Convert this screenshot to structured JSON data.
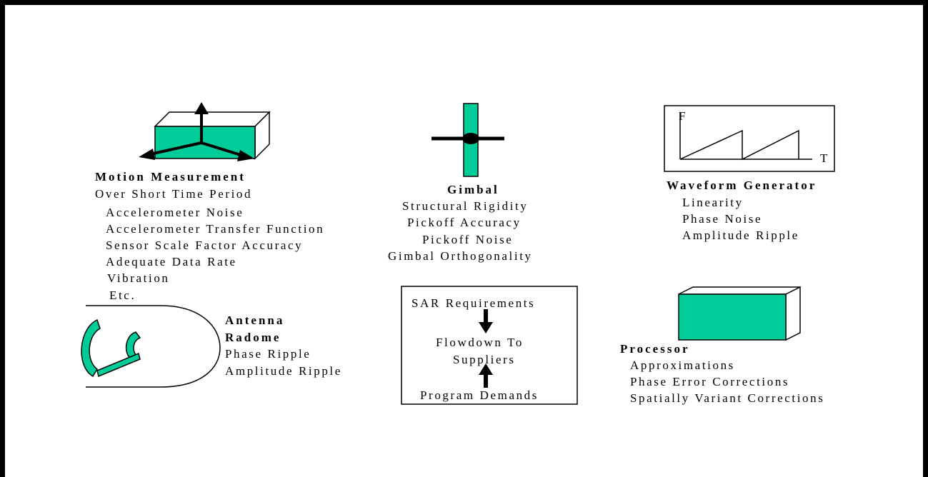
{
  "motion": {
    "title": "Motion Measurement",
    "subtitle": "Over Short Time Period",
    "items": [
      "Accelerometer Noise",
      "Accelerometer Transfer Function",
      "Sensor Scale Factor Accuracy",
      "Adequate Data Rate",
      "Vibration",
      "Etc."
    ]
  },
  "gimbal": {
    "title": "Gimbal",
    "items": [
      "Structural Rigidity",
      "Pickoff Accuracy",
      "Pickoff Noise",
      "Gimbal Orthogonality"
    ]
  },
  "waveform": {
    "title": "Waveform Generator",
    "axis_f": "F",
    "axis_t": "T",
    "items": [
      "Linearity",
      "Phase Noise",
      "Amplitude Ripple"
    ]
  },
  "antenna": {
    "title_line1": "Antenna",
    "title_line2": "Radome",
    "items": [
      "Phase Ripple",
      "Amplitude Ripple"
    ]
  },
  "flow": {
    "top": "SAR Requirements",
    "middle_line1": "Flowdown To",
    "middle_line2": "Suppliers",
    "bottom": "Program Demands"
  },
  "processor": {
    "title": "Processor",
    "items": [
      "Approximations",
      "Phase Error Corrections",
      "Spatially Variant Corrections"
    ]
  },
  "colors": {
    "fill": "#00cc99",
    "stroke": "#000000"
  }
}
